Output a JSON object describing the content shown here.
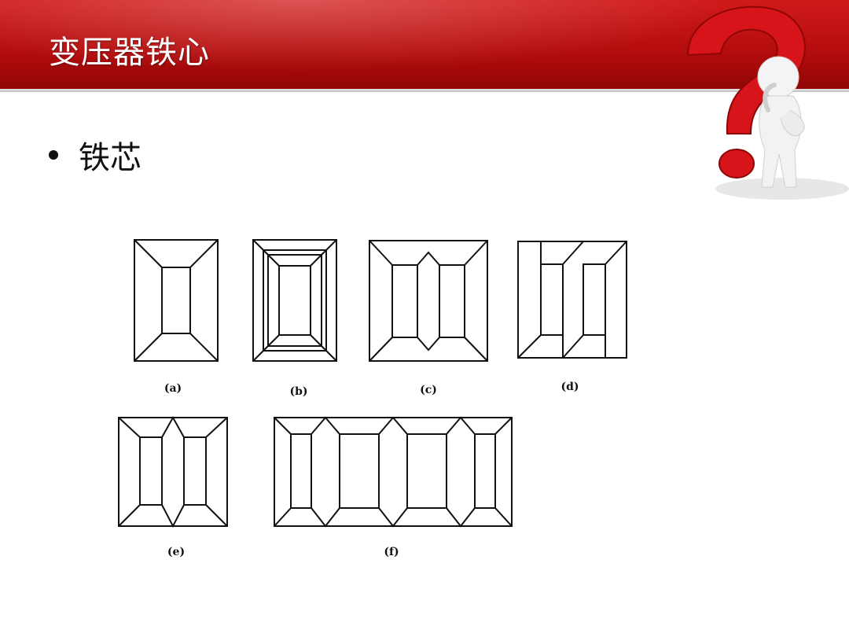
{
  "slide": {
    "title": "变压器铁心",
    "bullet": "铁芯"
  },
  "figures": [
    {
      "label": "(a)"
    },
    {
      "label": "(b)"
    },
    {
      "label": "(c)"
    },
    {
      "label": "(d)"
    },
    {
      "label": "(e)"
    },
    {
      "label": "(f)"
    }
  ],
  "colors": {
    "header_red": "#c0100f",
    "question_mark": "#d6141a"
  }
}
